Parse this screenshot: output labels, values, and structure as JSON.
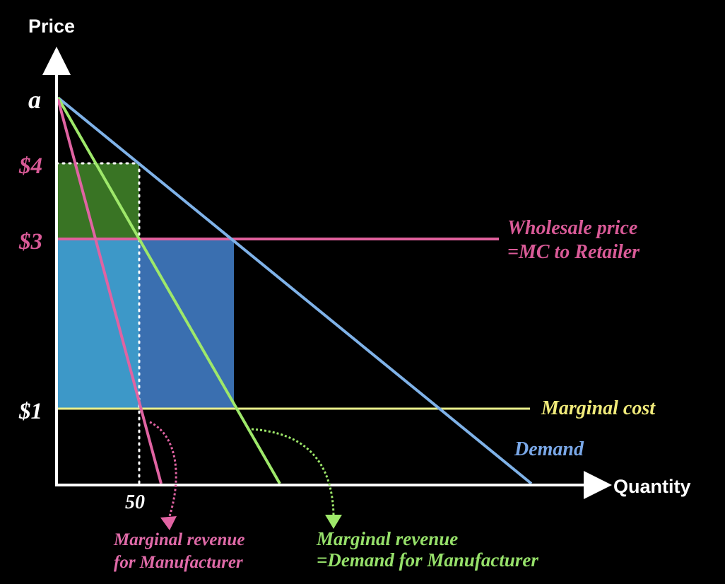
{
  "axes": {
    "y_label": "Price",
    "x_label": "Quantity"
  },
  "y_ticks": {
    "a": "a",
    "p4": "$4",
    "p3": "$3",
    "p1": "$1"
  },
  "x_ticks": {
    "q50": "50"
  },
  "curve_labels": {
    "wholesale_line1": "Wholesale price",
    "wholesale_line2": "=MC to Retailer",
    "marginal_cost": "Marginal cost",
    "demand": "Demand",
    "mr_manufacturer_line1": "Marginal revenue",
    "mr_manufacturer_line2": "for Manufacturer",
    "mr_retailer_line1": "Marginal revenue",
    "mr_retailer_line2": "=Demand for Manufacturer"
  },
  "colors": {
    "background": "#000000",
    "axis": "#ffffff",
    "demand": "#7fb2e8",
    "wholesale": "#e0609c",
    "marginal_cost": "#eaf08c",
    "mr_retailer": "#9ee86a",
    "mr_manufacturer": "#e063a2",
    "y_tick_pink": "#d95a97",
    "manufacturer_profit_fill": "#3c7a26",
    "retailer_profit_fill": "#3a6fb0",
    "cost_area_fill": "#3d98c8",
    "wholesale_label": "#d95a97",
    "marginal_cost_label": "#f0ea7a",
    "demand_label": "#7aa8e8",
    "mr_manufacturer_label": "#e06aa8",
    "mr_retailer_label": "#96e06a"
  }
}
